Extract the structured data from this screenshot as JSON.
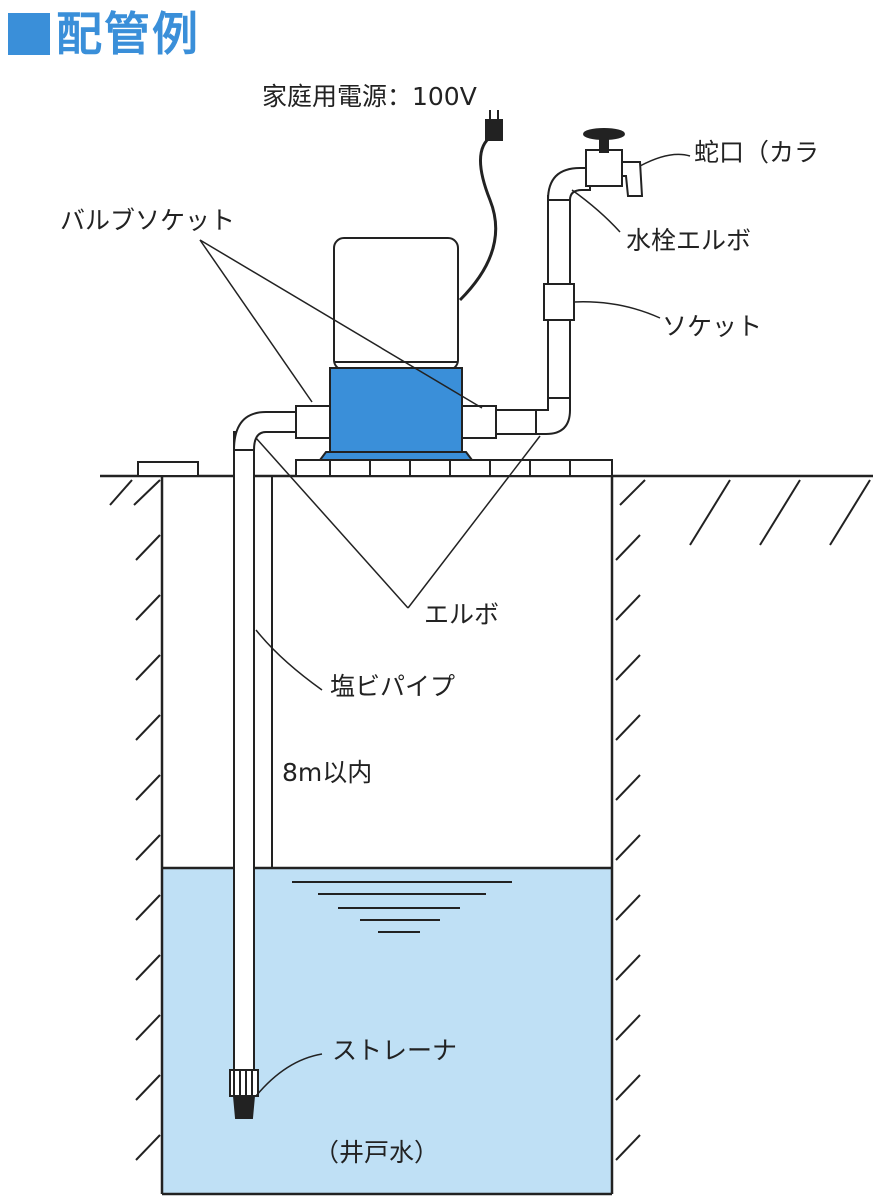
{
  "title": "配管例",
  "labels": {
    "power": "家庭用電源：100V",
    "faucet": "蛇口（カラ",
    "hydrant_elbow": "水栓エルボ",
    "socket": "ソケット",
    "valve_socket": "バルブソケット",
    "elbow": "エルボ",
    "pvc_pipe": "塩ビパイプ",
    "depth": "8m以内",
    "strainer": "ストレーナ",
    "well_water": "（井戸水）"
  },
  "colors": {
    "accent": "#3a8fd9",
    "pump_body": "#3a8fd9",
    "water": "#bfe0f5",
    "line": "#222222"
  }
}
